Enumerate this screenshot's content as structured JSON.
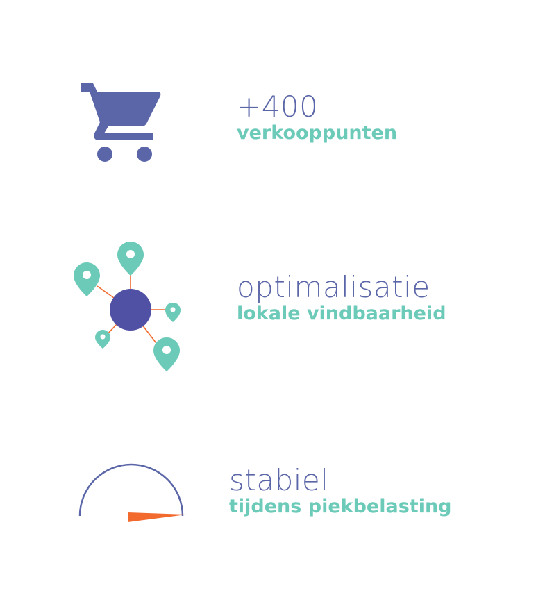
{
  "features": [
    {
      "icon": "shopping-cart-icon",
      "headline": "+400",
      "subline": "verkooppunten"
    },
    {
      "icon": "location-network-icon",
      "headline": "optimalisatie",
      "subline": "lokale vindbaarheid"
    },
    {
      "icon": "speedometer-icon",
      "headline": "stabiel",
      "subline": "tijdens piekbelasting"
    }
  ],
  "colors": {
    "primary": "#5b66a8",
    "accent": "#6ccab9",
    "hub": "#5050a5",
    "needle": "#f26a2e"
  }
}
